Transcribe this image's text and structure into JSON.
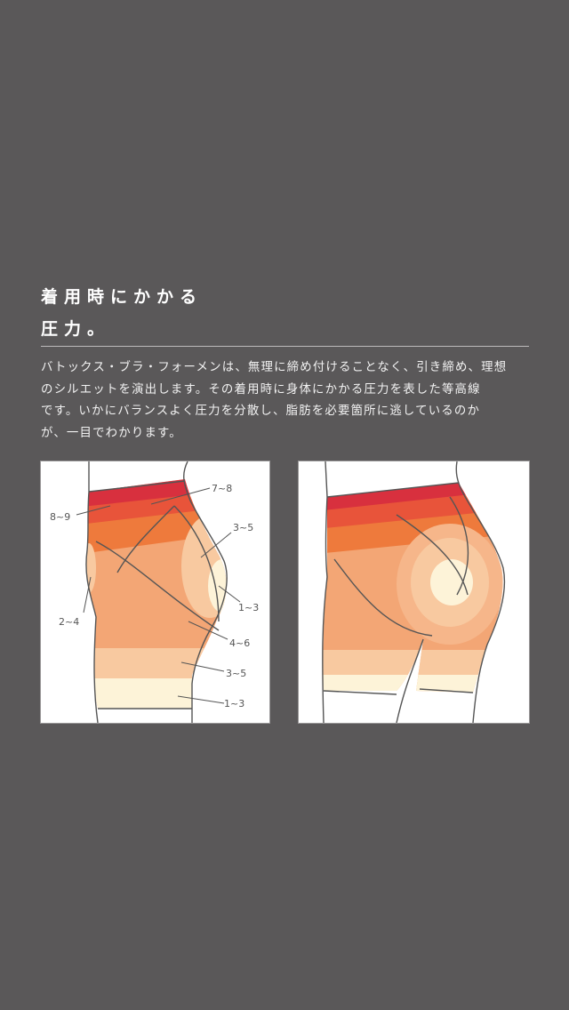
{
  "heading": {
    "line1": "着用時にかかる",
    "line2": "圧力。"
  },
  "description": {
    "lines": [
      "バトックス・ブラ・フォーメンは、無理に締め付けることなく、引き締め、理想",
      "のシルエットを演出します。その着用時に身体にかかる圧力を表した等高線",
      "です。いかにバランスよく圧力を分散し、脂肪を必要箇所に逃しているのか",
      "が、一目でわかります。"
    ]
  },
  "side_diagram": {
    "labels": {
      "l78": "7~8",
      "l89": "8~9",
      "l35a": "3~5",
      "l13a": "1~3",
      "l24": "2~4",
      "l46": "4~6",
      "l35b": "3~5",
      "l13b": "1~3"
    }
  },
  "colors": {
    "background": "#5a5859",
    "pressure_8_9": "#d8303e",
    "pressure_7_8": "#e8543a",
    "pressure_5_6": "#ee7a3c",
    "pressure_4_6": "#f3a675",
    "pressure_3_5": "#f8c9a0",
    "pressure_1_3": "#fdf3d8"
  }
}
